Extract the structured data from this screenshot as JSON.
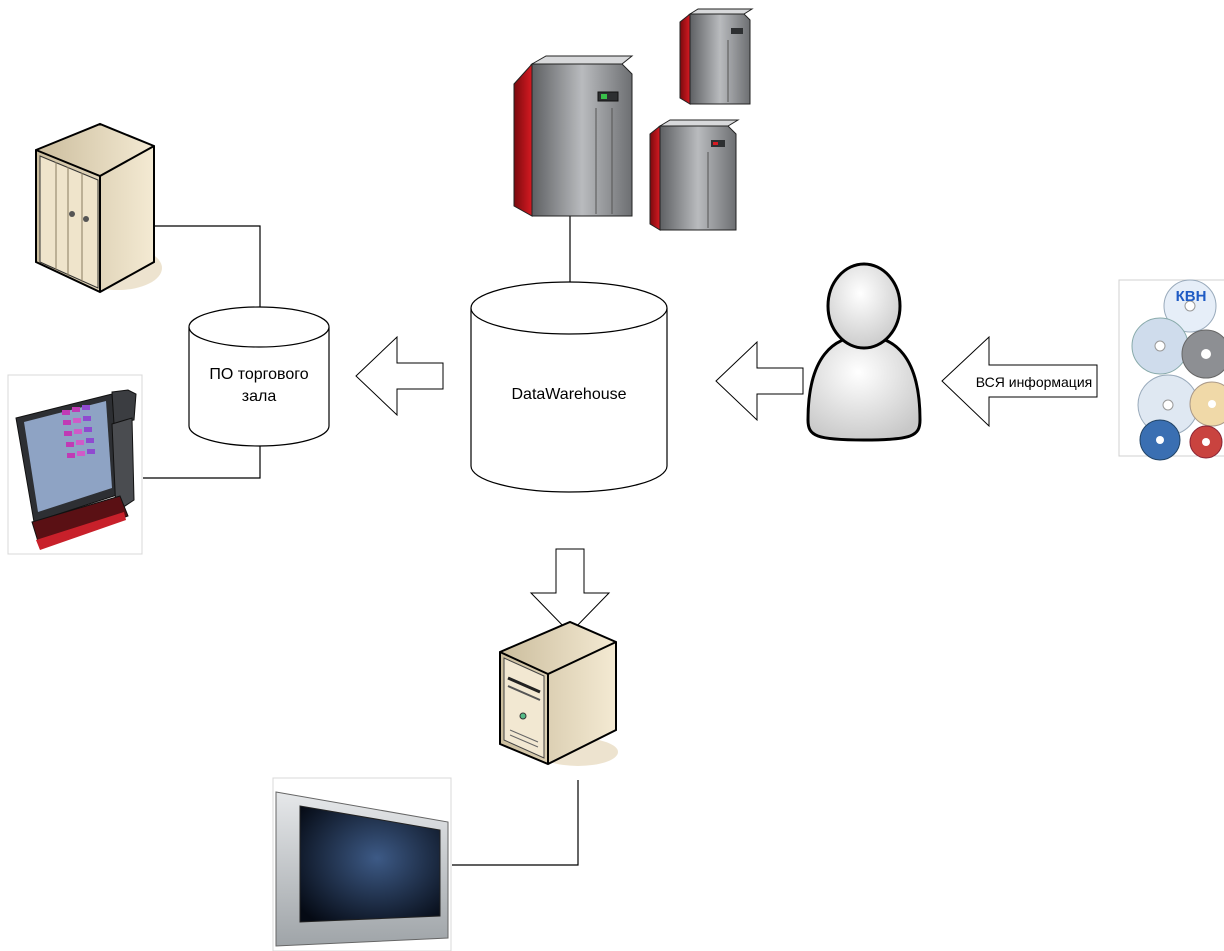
{
  "nodes": {
    "shop_db": {
      "line1": "ПО торгового",
      "line2": "зала"
    },
    "data_warehouse": {
      "label": "DataWarehouse"
    },
    "all_info_arrow": {
      "label": "ВСЯ информация"
    },
    "cd_logo_text": "КВН"
  },
  "colors": {
    "server_red": "#c1121a",
    "server_gray": "#8d8f92",
    "beige": "#e9dcc0",
    "line": "#000000"
  }
}
